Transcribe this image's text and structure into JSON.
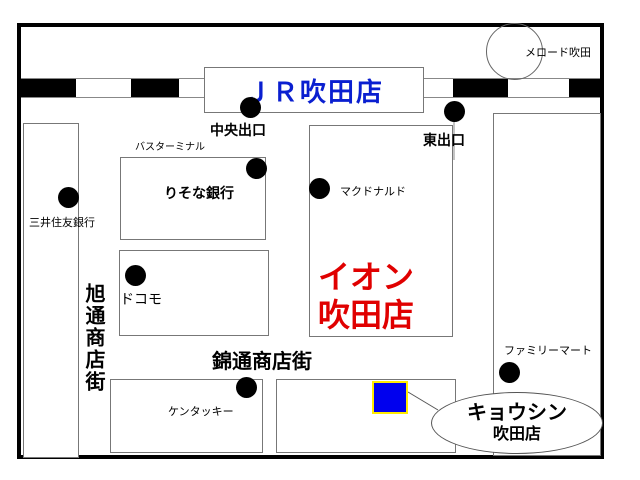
{
  "map": {
    "station": {
      "label": "ＪＲ吹田店",
      "color": "#0a1fd0"
    },
    "exits": [
      {
        "label": "中央出口"
      },
      {
        "label": "東出口"
      }
    ],
    "landmarks": {
      "bus_terminal": "バスターミナル",
      "melrode": "メロード吹田",
      "resona": "りそな銀行",
      "smbc": "三井住友銀行",
      "mcdonalds": "マクドナルド",
      "docomo": "ドコモ",
      "familymart": "ファミリーマート",
      "kfc": "ケンタッキー"
    },
    "aeon": {
      "line1": "イオン",
      "line2": "吹田店",
      "color": "#e00000"
    },
    "streets": {
      "asahi": "旭通商店街",
      "nishiki": "錦通商店街"
    },
    "target_store": {
      "line1": "キョウシン",
      "line2": "吹田店",
      "marker_color": "#0000ee",
      "marker_border": "#ffeb00"
    }
  }
}
